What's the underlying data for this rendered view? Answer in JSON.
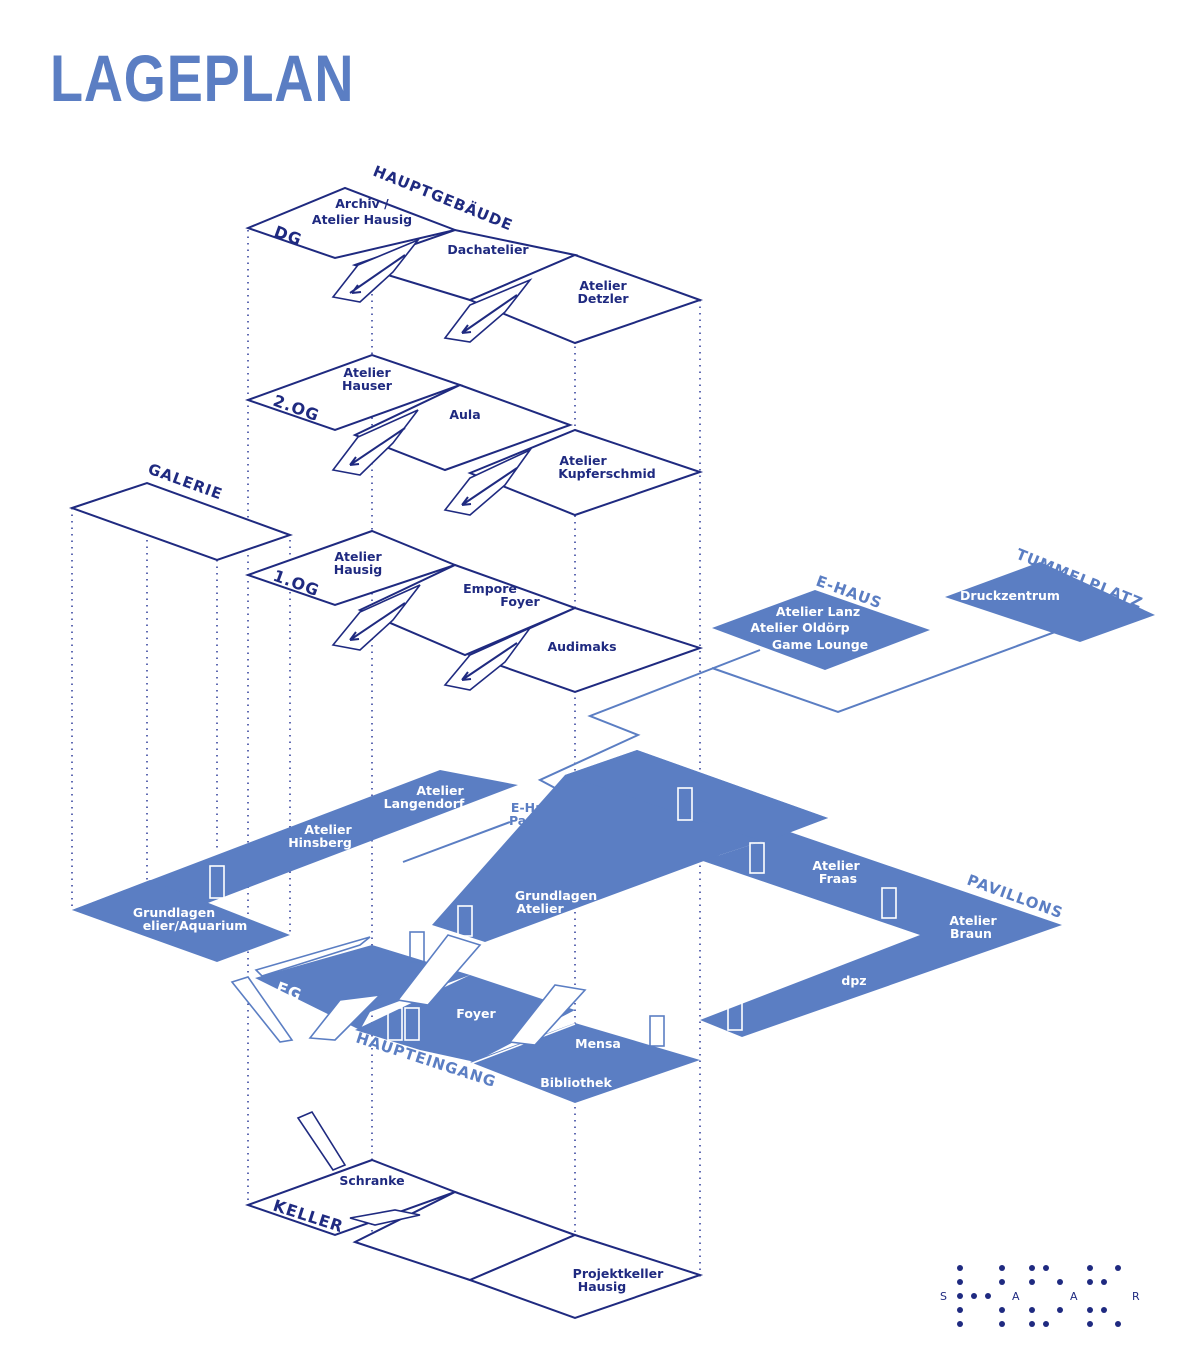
{
  "title": "LAGEPLAN",
  "headings": {
    "hauptgebaeude": "HAUPTGEBÄUDE",
    "galerie": "GALERIE",
    "e_haus": "E-HAUS",
    "tummelplatz": "TUMMELPLATZ",
    "pavillons": "PAVILLONS",
    "haupteingang": "HAUPTEINGANG"
  },
  "floors": {
    "dg": "DG",
    "og2": "2.OG",
    "og1": "1.OG",
    "eg": "EG",
    "keller": "KELLER"
  },
  "rooms": {
    "dg_archiv_1": "Archiv /",
    "dg_archiv_2": "Atelier Hausig",
    "dg_dachatelier": "Dachatelier",
    "dg_detzler_1": "Atelier",
    "dg_detzler_2": "Detzler",
    "og2_hauser_1": "Atelier",
    "og2_hauser_2": "Hauser",
    "og2_aula": "Aula",
    "og2_kupferschmid_1": "Atelier",
    "og2_kupferschmid_2": "Kupferschmid",
    "og1_hausig_1": "Atelier",
    "og1_hausig_2": "Hausig",
    "og1_empore_1": "Empore",
    "og1_empore_2": "Foyer",
    "og1_audimaks": "Audimaks",
    "ehaus_1": "Atelier Lanz",
    "ehaus_2": "Atelier Oldörp",
    "ehaus_3": "Game Lounge",
    "druckzentrum": "Druckzentrum",
    "langendorf_1": "Atelier",
    "langendorf_2": "Langendorf",
    "hinsberg_1": "Atelier",
    "hinsberg_2": "Hinsberg",
    "aquarium_1": "Grundlagen",
    "aquarium_2": "elier/Aquarium",
    "passage_1": "E-Haus-",
    "passage_2": "Passage",
    "grundlagen_1": "Grundlagen",
    "grundlagen_2": "Atelier",
    "fraas_1": "Atelier",
    "fraas_2": "Fraas",
    "braun_1": "Atelier",
    "braun_2": "Braun",
    "dpz": "dpz",
    "foyer": "Foyer",
    "mensa": "Mensa",
    "bibliothek": "Bibliothek",
    "schranke": "Schranke",
    "projektkeller_1": "Projektkeller",
    "projektkeller_2": "Hausig"
  },
  "logo": {
    "letters": [
      "S",
      "A",
      "A",
      "R"
    ],
    "dotted_mark": "HBK"
  },
  "colors": {
    "title": "#5b7ec3",
    "outline": "#1f2a80",
    "fill": "#5b7ec3",
    "background": "#ffffff"
  }
}
